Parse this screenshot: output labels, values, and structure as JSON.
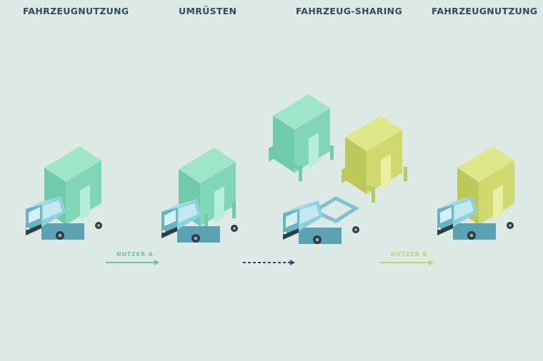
{
  "stages": [
    {
      "label": "FAHRZEUGNUTZUNG"
    },
    {
      "label": "UMRÜSTEN"
    },
    {
      "label": "FAHRZEUG-SHARING"
    },
    {
      "label": "FAHRZEUGNUTZUNG"
    }
  ],
  "users": {
    "a": "NUTZER A",
    "b": "NUTZER B"
  },
  "colors": {
    "background": "#dde9e5",
    "box_green": "#7fd3b4",
    "box_yellow": "#cfd96e",
    "truck_cab": "#7cc3cf",
    "text": "#2f4b5c",
    "arrow_a": "#6fc0a8",
    "arrow_b": "#c6d36d",
    "arrow_dashed": "#2f4b5c"
  }
}
